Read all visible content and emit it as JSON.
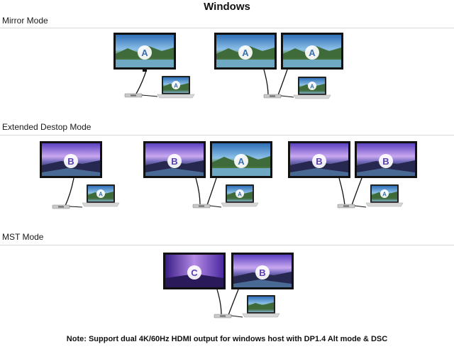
{
  "title": "Windows",
  "sections": [
    {
      "label": "Mirror Mode"
    },
    {
      "label": "Extended Destop Mode"
    },
    {
      "label": "MST Mode"
    }
  ],
  "screen_letters": {
    "a": "A",
    "b": "B",
    "c": "C"
  },
  "note": "Note: Support dual 4K/60Hz HDMI output for windows host with DP1.4 Alt mode & DSC",
  "colors": {
    "monitor_frame": "#111111",
    "landscape_sky": "#3a7fc4",
    "purple_sky": "#6a4fc9",
    "dock": "#c9c9c9",
    "laptop_body": "#d7d7d7"
  }
}
